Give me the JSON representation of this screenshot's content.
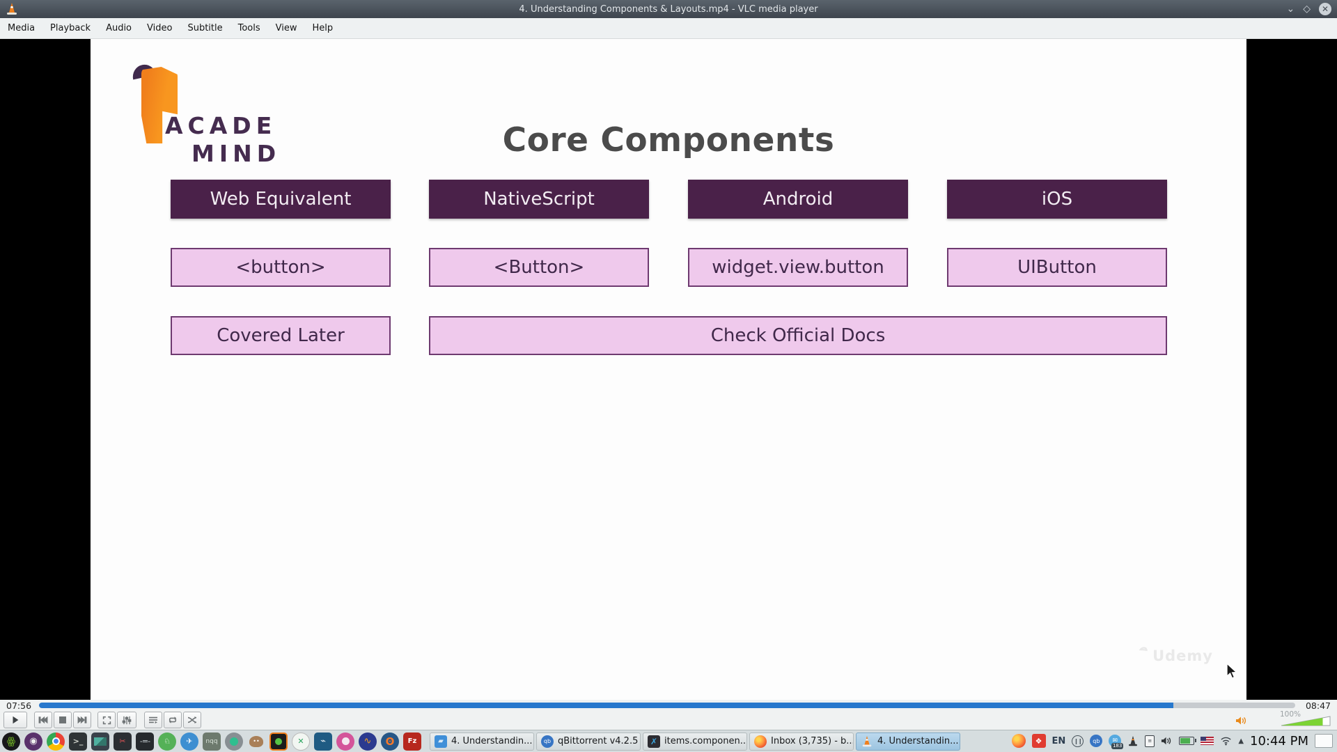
{
  "titlebar": {
    "title": "4. Understanding Components & Layouts.mp4 - VLC media player",
    "minimize_glyph": "⌄",
    "maximize_glyph": "◇",
    "close_glyph": "✕"
  },
  "menubar": {
    "items": [
      "Media",
      "Playback",
      "Audio",
      "Video",
      "Subtitle",
      "Tools",
      "View",
      "Help"
    ]
  },
  "slide": {
    "logo_line1": "ACADE",
    "logo_line2": "MIND",
    "title": "Core Components",
    "table": {
      "headers": [
        "Web Equivalent",
        "NativeScript",
        "Android",
        "iOS"
      ],
      "component_cells": [
        "<button>",
        "<Button>",
        "widget.view.button",
        "UIButton"
      ],
      "footer_left": "Covered Later",
      "footer_span": "Check Official Docs"
    },
    "watermark": "Udemy",
    "colors": {
      "header_bg": "#4a2149",
      "cell_bg": "#efc9ec",
      "cell_border": "#6e3a70",
      "logo_orange": "#f8961f",
      "logo_purple": "#452c4f"
    }
  },
  "player": {
    "time_elapsed": "07:56",
    "time_total": "08:47",
    "progress_percent": 90.3,
    "volume_fill_percent": 85,
    "volume_label": "100%",
    "progress_color": "#2878cd",
    "volume_color": "#7cd334",
    "button_icons": [
      "play-icon",
      "previous-icon",
      "stop-icon",
      "next-icon",
      "fullscreen-icon",
      "equalizer-icon",
      "playlist-icon",
      "loop-icon",
      "shuffle-icon"
    ]
  },
  "taskbar": {
    "launcher_icons": [
      "opensuse-icon",
      "tor-browser-icon",
      "chrome-icon",
      "terminal-icon",
      "image-viewer-icon",
      "screenshot-tool-icon",
      "settings-sliders-icon",
      "green-app-icon",
      "messenger-icon",
      "notepadqq-icon",
      "recorder-icon",
      "gimp-icon",
      "media-eye-icon",
      "green-x-app-icon",
      "mysql-workbench-icon",
      "pink-app-icon",
      "audacity-icon",
      "blender-icon",
      "filezilla-icon"
    ],
    "tasks": [
      {
        "label": "4. Understandin...",
        "icon": "file-manager-icon",
        "active": false
      },
      {
        "label": "qBittorrent v4.2.5",
        "icon": "qbittorrent-icon",
        "active": false
      },
      {
        "label": "items.componen...",
        "icon": "vscode-icon",
        "active": false
      },
      {
        "label": "Inbox (3,735) - b...",
        "icon": "firefox-icon",
        "active": false
      },
      {
        "label": "4. Understandin...",
        "icon": "vlc-icon",
        "active": true
      }
    ],
    "tray": {
      "language": "EN",
      "message_badge": "183",
      "clock": "10:44 PM",
      "icons": [
        "firefox-icon",
        "red-launcher-icon",
        "language-indicator",
        "pause-circle-icon",
        "qbittorrent-icon",
        "messages-icon",
        "vlc-icon",
        "clipboard-icon",
        "volume-icon",
        "battery-icon",
        "us-flag-icon",
        "wifi-icon",
        "arrow-up-icon",
        "clock",
        "show-desktop-button"
      ]
    }
  }
}
